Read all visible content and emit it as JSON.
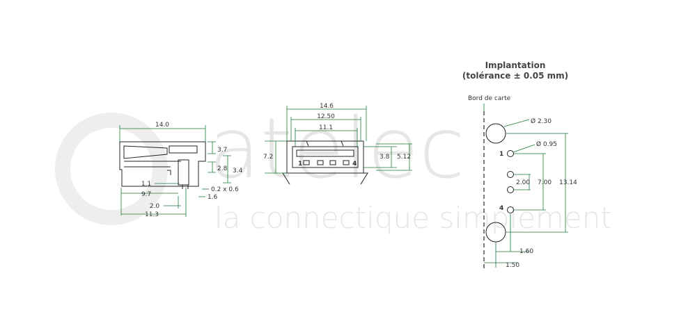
{
  "watermark": {
    "brand": "atelec",
    "tagline": "la connectique simplement"
  },
  "side_view": {
    "dims": [
      "14.0",
      "3.7",
      "2.8",
      "3.4",
      "1.1",
      "9.7",
      "2.0",
      "11.3",
      "0.2 x 0.6",
      "1.6"
    ]
  },
  "front_view": {
    "dims": [
      "14.6",
      "12.50",
      "11.1",
      "7.2",
      "3.8",
      "5.12"
    ],
    "pins": [
      "1",
      "4"
    ]
  },
  "footprint": {
    "title": "Implantation",
    "subtitle": "(tolérance ± 0.05 mm)",
    "edge_label": "Bord de carte",
    "dims": [
      "Ø 2.30",
      "Ø 0.95",
      "2.00",
      "7.00",
      "13.14",
      "1.60",
      "1.50"
    ],
    "pins": [
      "1",
      "4"
    ]
  }
}
